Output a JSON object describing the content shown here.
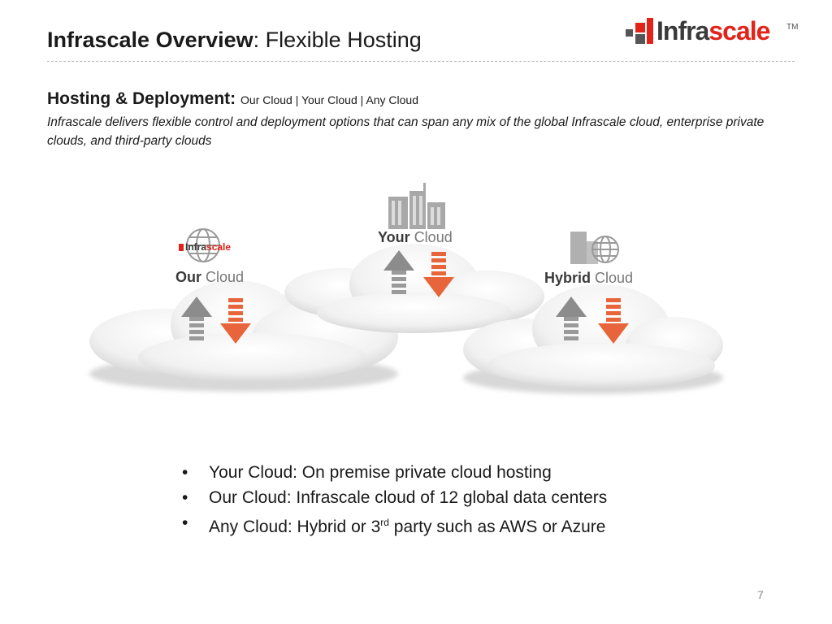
{
  "slide": {
    "title_bold": "Infrascale Overview",
    "title_rest": ": Flexible Hosting",
    "page_number": "7"
  },
  "logo": {
    "part1": "Infra",
    "part2": "scale",
    "tm": "TM"
  },
  "subhead": {
    "bold": "Hosting & Deployment:",
    "options": "Our Cloud | Your Cloud | Any Cloud"
  },
  "description": "Infrascale delivers flexible control and deployment options that can span any mix of the global Infrascale cloud, enterprise private clouds, and third-party clouds",
  "diagram": {
    "our": {
      "logo_part1": "Infra",
      "logo_part2": "scale",
      "strong": "Our",
      "light": "Cloud"
    },
    "your": {
      "strong": "Your",
      "light": "Cloud"
    },
    "hybrid": {
      "strong": "Hybrid",
      "light": "Cloud"
    }
  },
  "bullets": [
    {
      "text": "Your Cloud: On premise private cloud hosting"
    },
    {
      "text": "Our Cloud: Infrascale cloud of 12 global data centers"
    },
    {
      "pre": "Any Cloud: Hybrid or 3",
      "sup": "rd",
      "post": " party such as AWS or Azure"
    }
  ],
  "colors": {
    "accent": "#e2231a",
    "arrow_orange": "#e8643a",
    "arrow_gray": "#8c8c8c",
    "text": "#1a1a1a"
  }
}
